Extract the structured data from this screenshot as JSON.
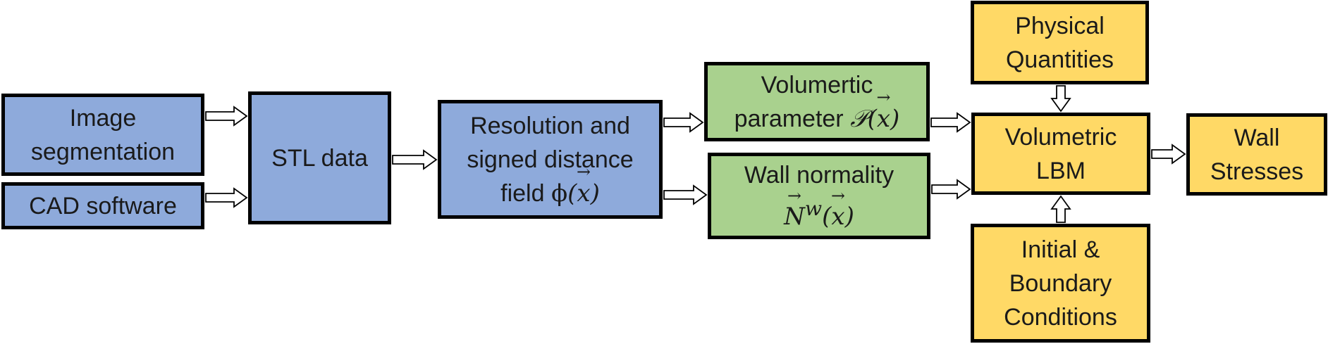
{
  "colors": {
    "input_boxes": "#8eaadb",
    "parameter_boxes": "#a9d18e",
    "lbm_boxes": "#ffd966",
    "border": "#000000",
    "arrow_fill": "#ffffff"
  },
  "nodes": {
    "image_segmentation": {
      "line1": "Image",
      "line2": "segmentation"
    },
    "cad_software": {
      "line1": "CAD software"
    },
    "stl_data": {
      "line1": "STL data"
    },
    "resolution_sdf": {
      "line1": "Resolution and",
      "line2": "signed distance",
      "line3_text": "field ",
      "line3_symbol": "ϕ",
      "line3_arg": "x"
    },
    "volumetric_parameter": {
      "line1": "Volumertic",
      "line2_text": "parameter ",
      "line2_symbol": "𝒫",
      "line2_arg": "x"
    },
    "wall_normality": {
      "line1": "Wall normality",
      "line2_symbol": "N",
      "line2_sup": "w",
      "line2_arg": "x"
    },
    "physical_quantities": {
      "line1": "Physical",
      "line2": "Quantities"
    },
    "volumetric_lbm": {
      "line1": "Volumetric",
      "line2": "LBM"
    },
    "initial_boundary": {
      "line1": "Initial &",
      "line2": "Boundary",
      "line3": "Conditions"
    },
    "wall_stresses": {
      "line1": "Wall",
      "line2": "Stresses"
    }
  },
  "edges": [
    {
      "from": "image_segmentation",
      "to": "stl_data"
    },
    {
      "from": "cad_software",
      "to": "stl_data"
    },
    {
      "from": "stl_data",
      "to": "resolution_sdf"
    },
    {
      "from": "resolution_sdf",
      "to": "volumetric_parameter"
    },
    {
      "from": "resolution_sdf",
      "to": "wall_normality"
    },
    {
      "from": "volumetric_parameter",
      "to": "volumetric_lbm"
    },
    {
      "from": "wall_normality",
      "to": "volumetric_lbm"
    },
    {
      "from": "physical_quantities",
      "to": "volumetric_lbm"
    },
    {
      "from": "initial_boundary",
      "to": "volumetric_lbm"
    },
    {
      "from": "volumetric_lbm",
      "to": "wall_stresses"
    }
  ]
}
